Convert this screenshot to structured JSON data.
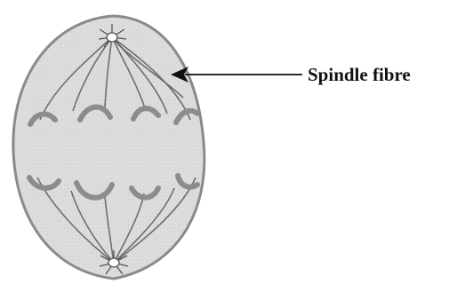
{
  "diagram": {
    "labels": [
      {
        "id": "spindle",
        "text": "Spindle fibre"
      }
    ],
    "colors": {
      "cell_fill": "#dcdcdc",
      "cell_outline": "#8a8a8a",
      "spindle": "#6e6e6e",
      "chromosome": "#8c8c8c",
      "arrow": "#111111"
    },
    "structures": [
      "cell",
      "top-centriole",
      "bottom-centriole",
      "spindle-fibres",
      "chromosomes-upper",
      "chromosomes-lower"
    ]
  }
}
